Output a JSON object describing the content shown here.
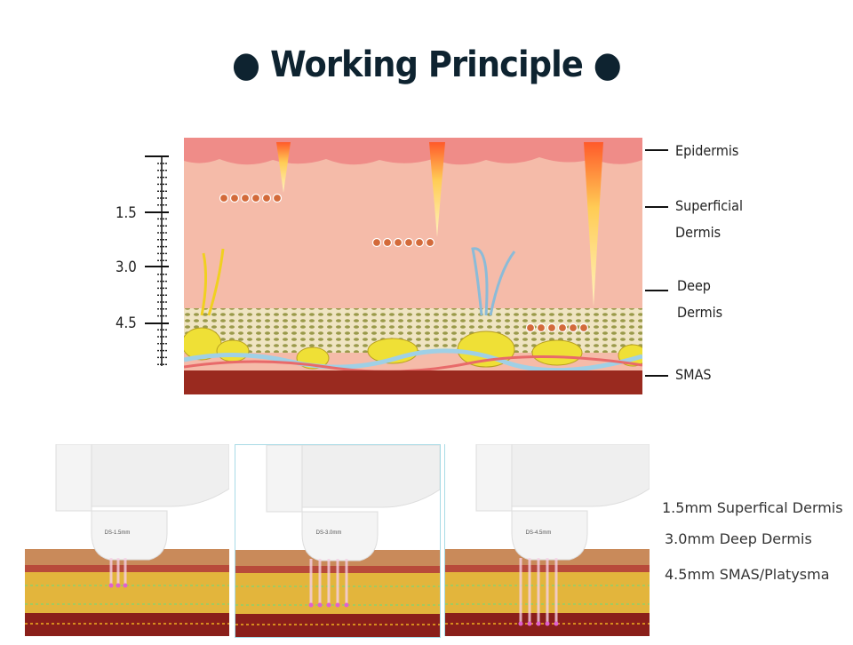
{
  "title": "● Working Principle ●",
  "depth_scale": {
    "labels": [
      "1.5",
      "3.0",
      "4.5"
    ]
  },
  "layers": [
    {
      "label": "Epidermis"
    },
    {
      "label_lines": [
        "Superficial",
        "Dermis"
      ]
    },
    {
      "label_lines": [
        "Deep",
        "Dermis"
      ]
    },
    {
      "label": "SMAS"
    }
  ],
  "cartridges": [
    {
      "label": "DS-1.5mm",
      "caption": "1.5mm Superfical Dermis"
    },
    {
      "label": "DS-3.0mm",
      "caption": "3.0mm Deep Dermis"
    },
    {
      "label": "DS-4.5mm",
      "caption": "4.5mm SMAS/Platysma"
    }
  ],
  "colors": {
    "title": "#0e2330",
    "epidermis": "#ef8c88",
    "dermis": "#f5bba9",
    "fat": "#e8d84a",
    "smas": "#9a2a1f"
  }
}
